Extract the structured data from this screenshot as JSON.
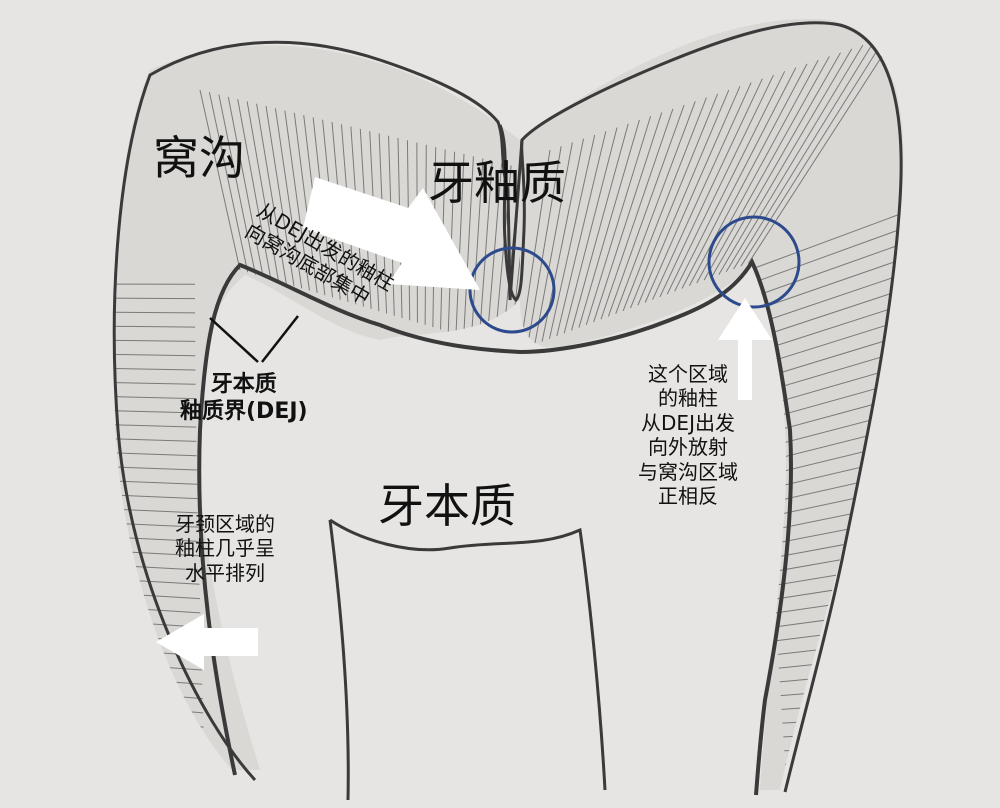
{
  "labels": {
    "fissure": "窝沟",
    "enamel": "牙釉质",
    "dentin": "牙本质",
    "dej": [
      "牙本质",
      "釉质界(DEJ)"
    ],
    "fissure_note": [
      "从DEJ出发的釉柱",
      "向窝沟底部集中"
    ],
    "cusp_note": [
      "这个区域",
      "的釉柱",
      "从DEJ出发",
      "向外放射",
      "与窝沟区域",
      "正相反"
    ],
    "cervical_note": [
      "牙颈区域的",
      "釉柱几乎呈",
      "水平排列"
    ]
  },
  "colors": {
    "background": "#e6e5e3",
    "outline": "#3a3a3a",
    "enamel_fill": "#d9d8d5",
    "rods": "#7a7a7a",
    "circle": "#2c4a8c",
    "arrow": "#ffffff"
  }
}
